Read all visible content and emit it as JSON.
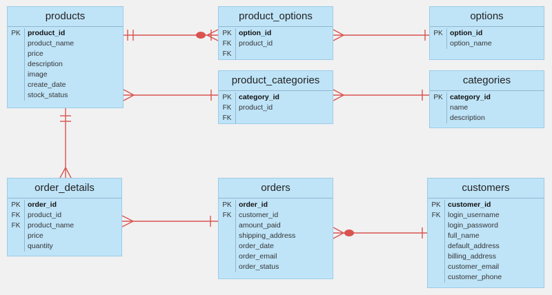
{
  "entities": {
    "products": {
      "title": "products",
      "keys": [
        "PK",
        "",
        "",
        "",
        "",
        "",
        ""
      ],
      "fields": [
        "product_id",
        "product_name",
        "price",
        "description",
        "image",
        "create_date",
        "stock_status"
      ]
    },
    "product_options": {
      "title": "product_options",
      "keys": [
        "PK",
        "FK",
        "FK"
      ],
      "fields": [
        "option_id",
        "product_id",
        ""
      ]
    },
    "options": {
      "title": "options",
      "keys": [
        "PK",
        ""
      ],
      "fields": [
        "option_id",
        "option_name"
      ]
    },
    "product_categories": {
      "title": "product_categories",
      "keys": [
        "PK",
        "FK",
        "FK"
      ],
      "fields": [
        "category_id",
        "product_id",
        ""
      ]
    },
    "categories": {
      "title": "categories",
      "keys": [
        "PK",
        "",
        ""
      ],
      "fields": [
        "category_id",
        "name",
        "description"
      ]
    },
    "order_details": {
      "title": "order_details",
      "keys": [
        "PK",
        "FK",
        "FK",
        "",
        ""
      ],
      "fields": [
        "order_id",
        "product_id",
        "product_name",
        "price",
        "quantity"
      ]
    },
    "orders": {
      "title": "orders",
      "keys": [
        "PK",
        "FK",
        "",
        "",
        "",
        "",
        ""
      ],
      "fields": [
        "order_id",
        "customer_id",
        "amount_paid",
        "shipping_address",
        "order_date",
        "order_email",
        "order_status"
      ]
    },
    "customers": {
      "title": "customers",
      "keys": [
        "PK",
        "FK",
        "",
        "",
        "",
        "",
        "",
        ""
      ],
      "fields": [
        "customer_id",
        "login_username",
        "login_password",
        "full_name",
        "default_address",
        "billing_address",
        "customer_email",
        "customer_phone"
      ]
    }
  },
  "colors": {
    "entity_fill": "#bfe4f8",
    "relation_line": "#d9534f",
    "background": "#f1f1f1"
  }
}
